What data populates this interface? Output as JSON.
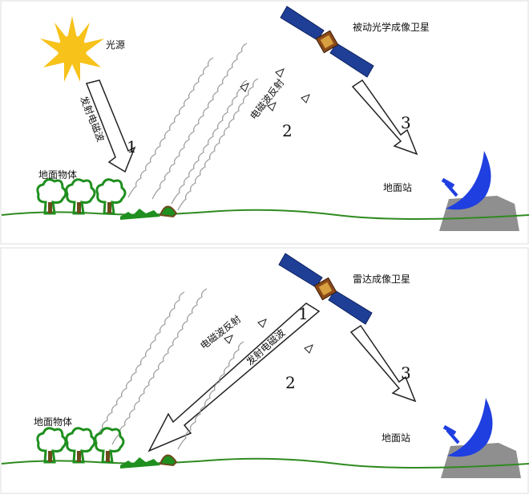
{
  "top_panel": {
    "light_source": "光源",
    "emitted_wave": "发射电磁波",
    "ground_object": "地面物体",
    "reflected_wave": "电磁波反射",
    "satellite": "被动光学成像卫星",
    "ground_station": "地面站",
    "step_1": "1",
    "step_2": "2",
    "step_3": "3"
  },
  "bottom_panel": {
    "satellite": "雷达成像卫星",
    "reflected_wave": "电磁波反射",
    "emitted_wave": "发射电磁波",
    "ground_object": "地面物体",
    "ground_station": "地面站",
    "step_1": "1",
    "step_2": "2",
    "step_3": "3"
  },
  "colors": {
    "sun": "#f7c21a",
    "ground": "#2f8a1f",
    "vegetation": "#1f8f1f",
    "trunk": "#6b4a1c",
    "panel_blue": "#1f3f96",
    "dish_blue": "#1f3fe0",
    "station_gray": "#8f8f8f",
    "wave": "#9a9a9a",
    "satellite_body": "#8a4a1a"
  }
}
